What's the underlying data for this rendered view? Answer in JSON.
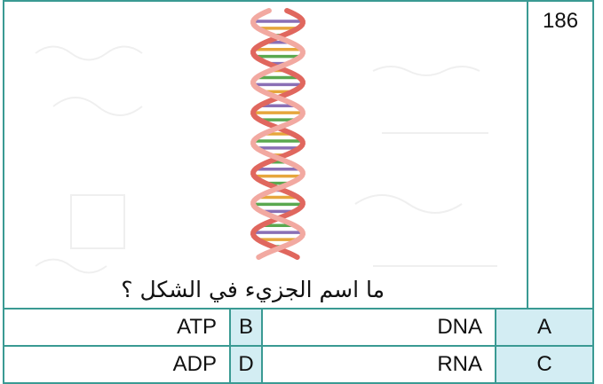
{
  "question": {
    "number": "186",
    "stem": "ما اسم الجزيء في الشكل ؟",
    "image_icon": "dna-double-helix"
  },
  "options": {
    "A": {
      "letter": "A",
      "text": "DNA"
    },
    "B": {
      "letter": "B",
      "text": "ATP"
    },
    "C": {
      "letter": "C",
      "text": "RNA"
    },
    "D": {
      "letter": "D",
      "text": "ADP"
    }
  },
  "colors": {
    "border": "#3a9a93",
    "letter_bg": "#d3edf3",
    "letter_fg": "#4aa3c8",
    "helix": "#e0675e"
  }
}
